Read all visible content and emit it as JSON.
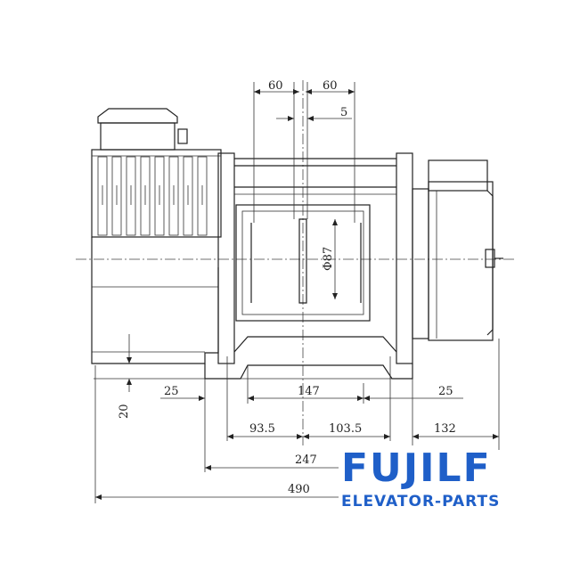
{
  "dimensions": {
    "top_left_60": "60",
    "top_right_60": "60",
    "top_5": "5",
    "diameter": "Φ87",
    "left_25": "25",
    "center_147": "147",
    "right_25": "25",
    "vertical_20": "20",
    "d_93_5": "93.5",
    "d_103_5": "103.5",
    "d_132": "132",
    "d_247": "247",
    "d_490": "490"
  },
  "logo": {
    "brand": "FUJILF",
    "tagline": "ELEVATOR-PARTS",
    "color": "#1f5fc8"
  }
}
